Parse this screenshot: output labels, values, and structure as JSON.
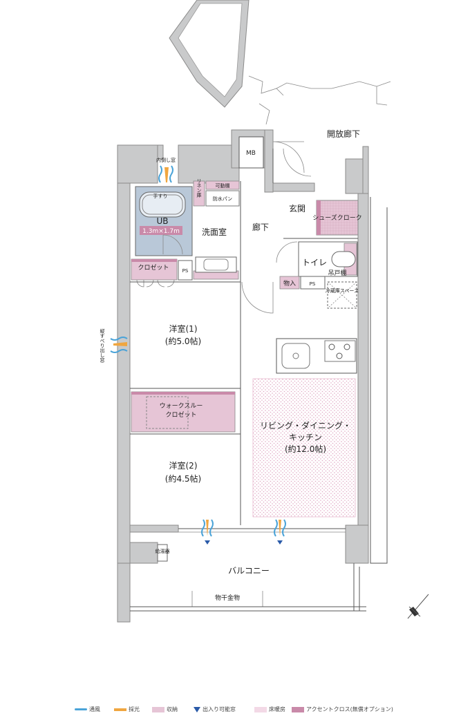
{
  "rooms": {
    "corridor_open": "開放廊下",
    "mb": "MB",
    "vent_window": "内倒し窓",
    "ub": "UB",
    "ub_size": "1.3m×1.7m",
    "handrail": "手すり",
    "linen": "リネン庫",
    "movable_shelf": "可動棚",
    "waterproof_pan": "防水パン",
    "washroom": "洗面室",
    "hallway": "廊下",
    "entrance": "玄関",
    "shoe_cloak": "シューズクローク",
    "toilet": "トイレ",
    "hanging_shelf": "吊戸棚",
    "storage": "物入",
    "ps1": "PS",
    "ps2": "PS",
    "fridge": "冷蔵庫スペース",
    "closet": "クロゼット",
    "room1_name": "洋室(1)",
    "room1_size": "(約5.0帖)",
    "side_window": "縦すべり出し窓",
    "walkthrough": "ウォークスルー",
    "walkthrough2": "クロゼット",
    "ldk1": "リビング・ダイニング・",
    "ldk2": "キッチン",
    "ldk_size": "(約12.0帖)",
    "room2_name": "洋室(2)",
    "room2_size": "(約4.5帖)",
    "water_heater": "給湯器",
    "balcony": "バルコニー",
    "laundry": "物干金物"
  },
  "legend": [
    {
      "icon": "wind-icon",
      "label": "通風",
      "color": "#4aa3d8"
    },
    {
      "icon": "light-icon",
      "label": "採光",
      "color": "#f0a640"
    },
    {
      "icon": "storage-swatch",
      "label": "収納",
      "color": "#e6c5d6"
    },
    {
      "icon": "door-triangle-icon",
      "label": "出入り可能窓",
      "color": "#2a5aa8"
    },
    {
      "icon": "floor-heating-swatch",
      "label": "床暖房",
      "color": "#f3d9e6"
    },
    {
      "icon": "accent-swatch",
      "label": "アクセントクロス(無償オプション)",
      "color": "#c98aa9"
    }
  ]
}
